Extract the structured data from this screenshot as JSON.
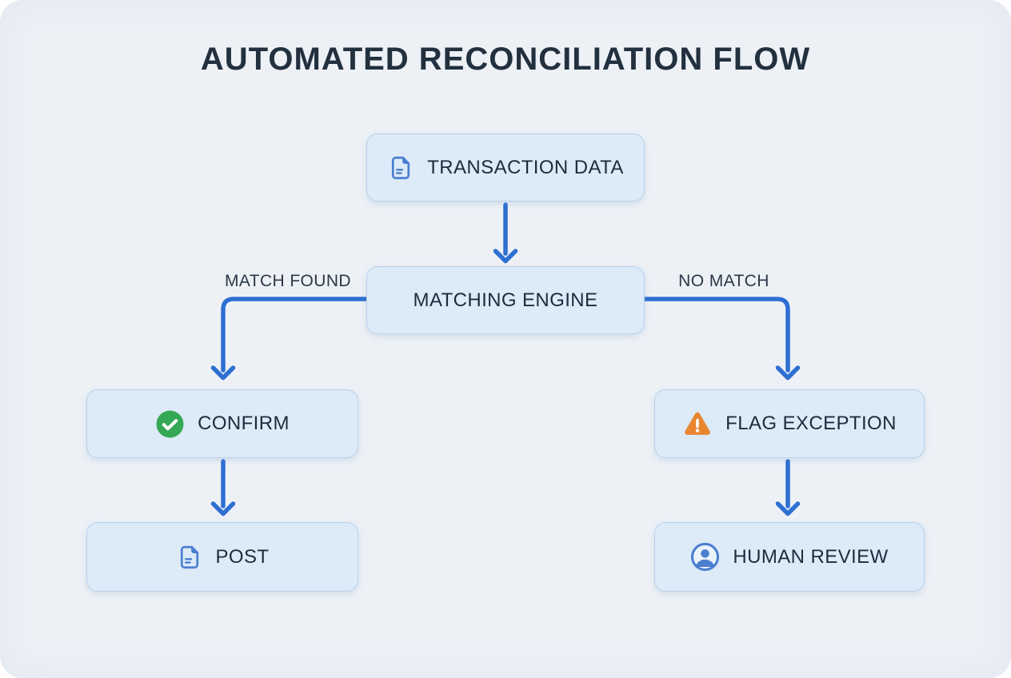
{
  "title": "AUTOMATED RECONCILIATION FLOW",
  "nodes": {
    "transaction_data": {
      "label": "TRANSACTION DATA",
      "icon": "document-icon"
    },
    "matching_engine": {
      "label": "MATCHING ENGINE",
      "icon": ""
    },
    "confirm": {
      "label": "CONFIRM",
      "icon": "check-icon"
    },
    "post": {
      "label": "POST",
      "icon": "document-icon"
    },
    "flag_exception": {
      "label": "FLAG EXCEPTION",
      "icon": "warning-icon"
    },
    "human_review": {
      "label": "HUMAN REVIEW",
      "icon": "user-icon"
    }
  },
  "edges": {
    "match_found_label": "MATCH FOUND",
    "no_match_label": "NO MATCH"
  },
  "colors": {
    "card_background": "#edf1f6",
    "node_fill": "#ddeaf7",
    "node_border": "#b7d2ec",
    "node_text": "#1d2c3c",
    "title_text": "#22303f",
    "arrow": "#2e6fd2",
    "icon_blue": "#4a7fd0",
    "check_green": "#34a853",
    "warning_orange": "#e8862f"
  }
}
